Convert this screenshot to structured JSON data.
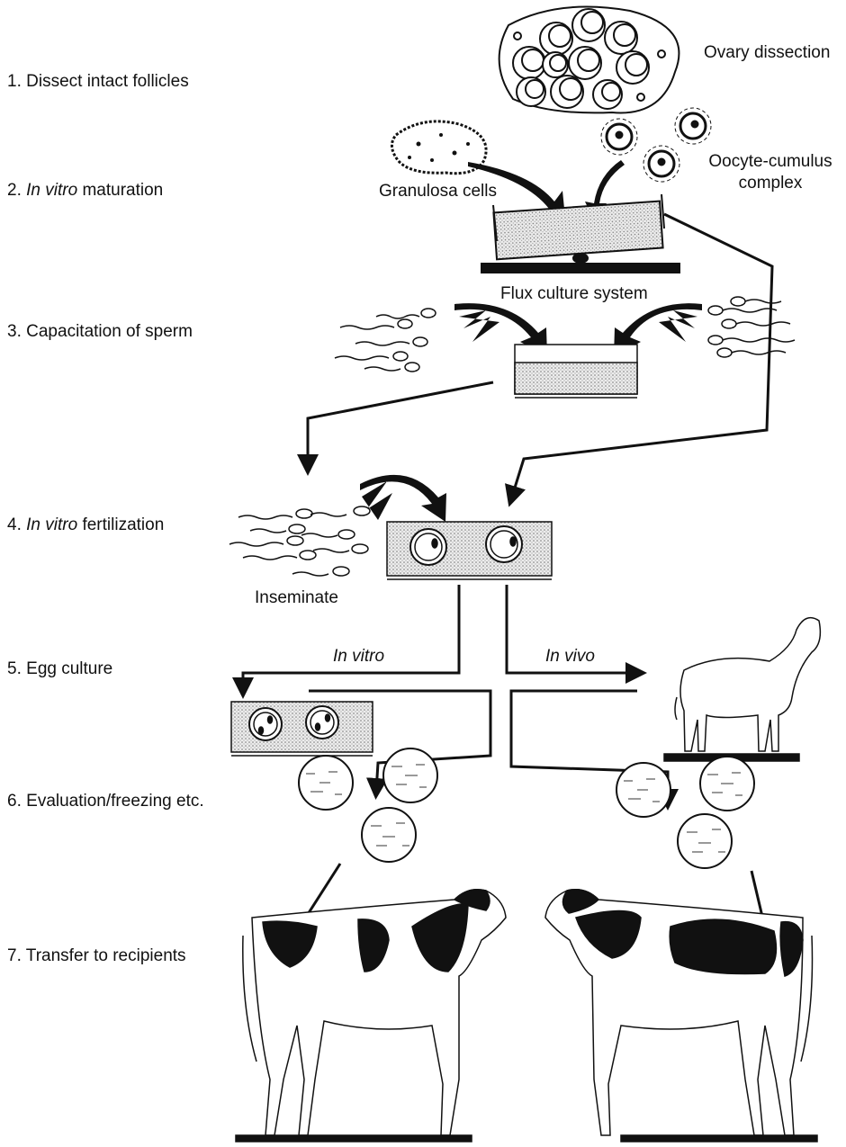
{
  "steps": [
    {
      "num": "1.",
      "text": "Dissect intact follicles"
    },
    {
      "num": "2.",
      "italic": "In vitro",
      "text": " maturation"
    },
    {
      "num": "3.",
      "text": "Capacitation of sperm"
    },
    {
      "num": "4.",
      "italic": "In vitro",
      "text": " fertilization"
    },
    {
      "num": "5.",
      "text": "Egg culture"
    },
    {
      "num": "6.",
      "text": "Evaluation/freezing etc."
    },
    {
      "num": "7.",
      "text": "Transfer to recipients"
    }
  ],
  "labels": {
    "ovary": "Ovary dissection",
    "granulosa": "Granulosa cells",
    "oocyte_line1": "Oocyte-cumulus",
    "oocyte_line2": "complex",
    "flux": "Flux culture system",
    "inseminate": "Inseminate",
    "in_vitro": "In vitro",
    "in_vivo": "In vivo"
  },
  "colors": {
    "ink": "#111111",
    "dish_fill": "#d9d9d9"
  }
}
